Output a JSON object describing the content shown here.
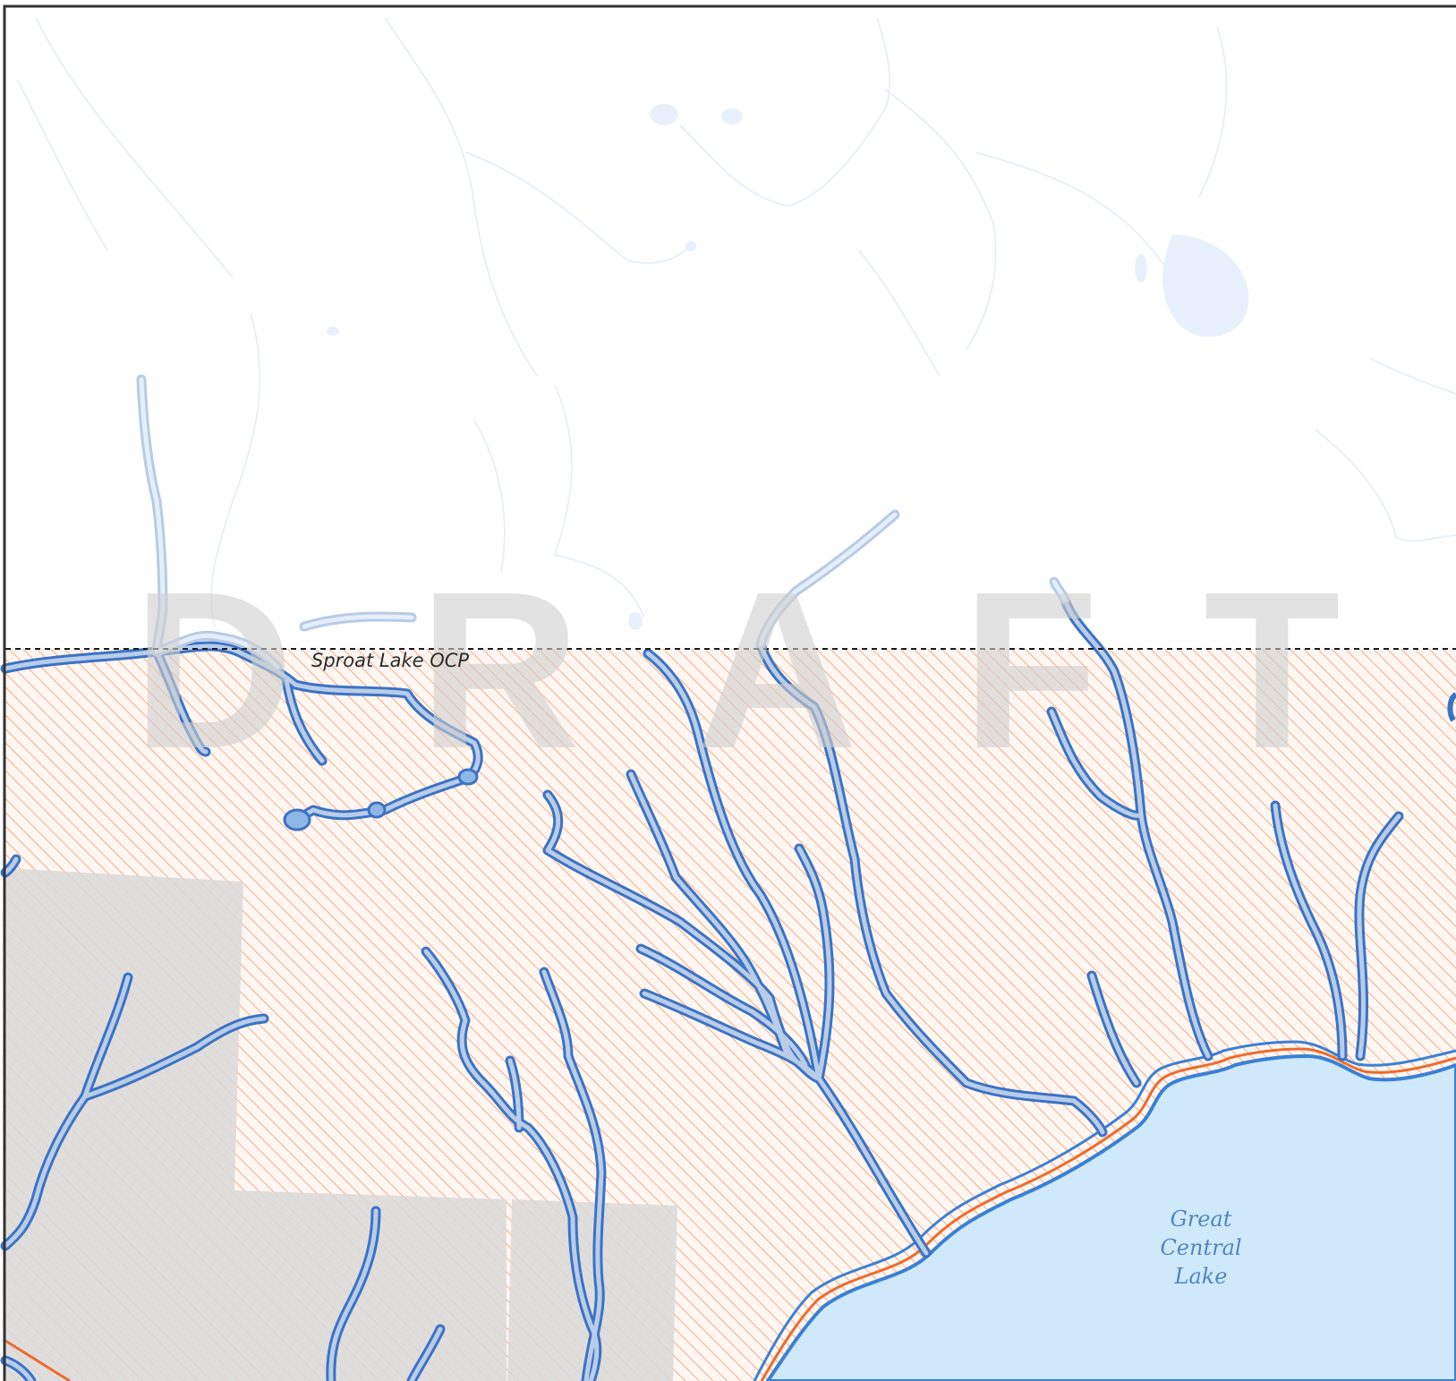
{
  "map": {
    "watermark": "DRAFT",
    "watermark_letters": [
      "D",
      "R",
      "A",
      "F",
      "T"
    ],
    "area_label": "Sproat Lake OCP",
    "lake_label_lines": [
      "Great",
      "Central",
      "Lake"
    ],
    "colors": {
      "background": "#ffffff",
      "frame": "#333333",
      "hatch": "#f29a6c",
      "hatch_bg": "#fff6f1",
      "boundary": "#1a1a1a",
      "stream_outline": "#3b73c4",
      "stream_fill": "#b9cde9",
      "faint_stream": "#e3ecf7",
      "lake_fill": "#cfe9fb",
      "lake_shore": "#3a80d6",
      "shore_offset": "#ee6b2d",
      "gray_parcel": "#d9d9d9",
      "watermark": "#cfcfcf"
    }
  }
}
